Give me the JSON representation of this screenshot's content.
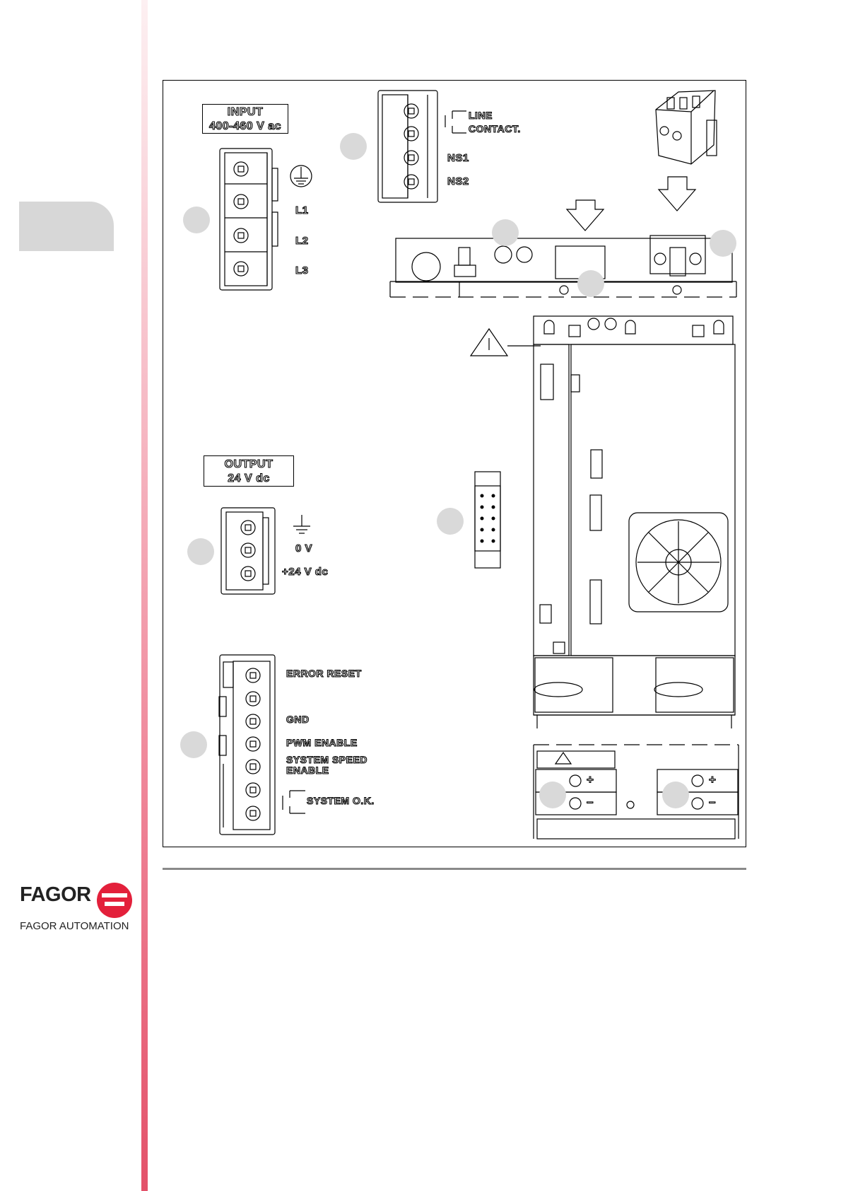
{
  "input_box": {
    "line1": "INPUT",
    "line2": "400-460 V ac"
  },
  "input_terminals": [
    "L1",
    "L2",
    "L3"
  ],
  "contact_labels": {
    "line1": "LINE",
    "line2": "CONTACT.",
    "ns1": "NS1",
    "ns2": "NS2"
  },
  "output_box": {
    "line1": "OUTPUT",
    "line2": "24 V dc"
  },
  "output_terminals": [
    "0 V",
    "+24 V dc"
  ],
  "signal_terminals": [
    "ERROR RESET",
    "GND",
    "PWM ENABLE",
    "SYSTEM SPEED",
    "ENABLE",
    "SYSTEM O.K."
  ],
  "bus_polarity": [
    "+",
    "–",
    "+",
    "–"
  ],
  "brand": {
    "name": "FAGOR",
    "subtitle": "FAGOR AUTOMATION"
  }
}
